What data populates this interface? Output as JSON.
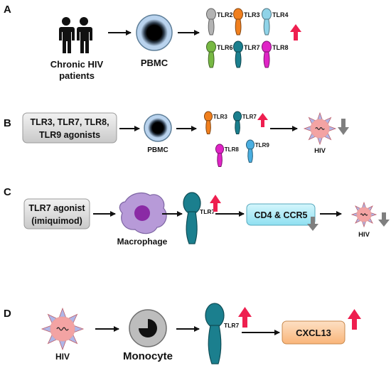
{
  "panels": {
    "a": {
      "letter": "A",
      "people_label_line1": "Chronic HIV",
      "people_label_line2": "patients",
      "cell_label": "PBMC",
      "receptors": [
        {
          "label": "TLR2",
          "color": "#b3b3b3"
        },
        {
          "label": "TLR3",
          "color": "#f07f1e"
        },
        {
          "label": "TLR4",
          "color": "#8fd3e8"
        },
        {
          "label": "TLR6",
          "color": "#77b843"
        },
        {
          "label": "TLR7",
          "color": "#1b7f8e"
        },
        {
          "label": "TLR8",
          "color": "#e024c6"
        }
      ],
      "trend": "up"
    },
    "b": {
      "letter": "B",
      "box_line1": "TLR3, TLR7, TLR8,",
      "box_line2": "TLR9 agonists",
      "cell_label": "PBMC",
      "receptors": [
        {
          "label": "TLR3",
          "color": "#f07f1e"
        },
        {
          "label": "TLR7",
          "color": "#1b7f8e"
        },
        {
          "label": "TLR8",
          "color": "#e024c6"
        },
        {
          "label": "TLR9",
          "color": "#4aaee0"
        }
      ],
      "receptor_trend": "up",
      "virus_label": "HIV",
      "virus_trend": "down"
    },
    "c": {
      "letter": "C",
      "box_line1": "TLR7 agonist",
      "box_line2": "(imiquimod)",
      "cell_label": "Macrophage",
      "receptor_label": "TLR7",
      "receptor_trend": "up",
      "coreceptor_label": "CD4 & CCR5",
      "coreceptor_trend": "down",
      "virus_label": "HIV",
      "virus_trend": "down"
    },
    "d": {
      "letter": "D",
      "virus_label": "HIV",
      "cell_label": "Monocyte",
      "receptor_label": "TLR7",
      "receptor_trend": "up",
      "output_label": "CXCL13",
      "output_trend": "up"
    }
  },
  "colors": {
    "up_arrow": "#ee1f4f",
    "down_arrow": "#7f7f7f",
    "pbmc_ring": "#b9d3ee",
    "virus_body": "#f3a3a3",
    "virus_spike": "#aeb6e8",
    "macrophage": "#b79ad8",
    "macrophage_nucleus": "#8a2aa5",
    "monocyte": "#bdbdbd",
    "gray_box": "#d9d9d9",
    "cyan_box": "#a9ecf7",
    "orange_box": "#fbc795"
  }
}
